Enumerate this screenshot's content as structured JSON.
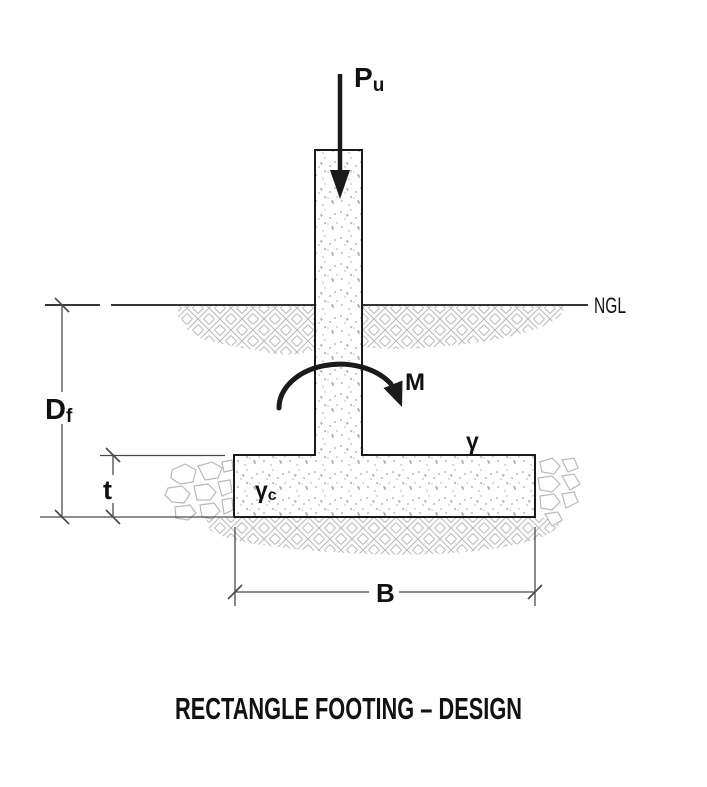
{
  "diagram": {
    "title": "RECTANGLE FOOTING – DESIGN",
    "labels": {
      "axial_load": {
        "main": "P",
        "sub": "u"
      },
      "moment": "M",
      "natural_ground_level": "NGL",
      "foundation_depth": {
        "main": "D",
        "sub": "f"
      },
      "footing_thickness": "t",
      "footing_width": "B",
      "soil_unit_weight": "γ",
      "concrete_unit_weight": {
        "main": "γ",
        "sub": "c"
      }
    },
    "colors": {
      "outline": "#1a1a1a",
      "dimension": "#4a4a4a",
      "hatch": "#b9b9b9",
      "stipple": "#a3a3a3",
      "background": "#ffffff"
    }
  }
}
